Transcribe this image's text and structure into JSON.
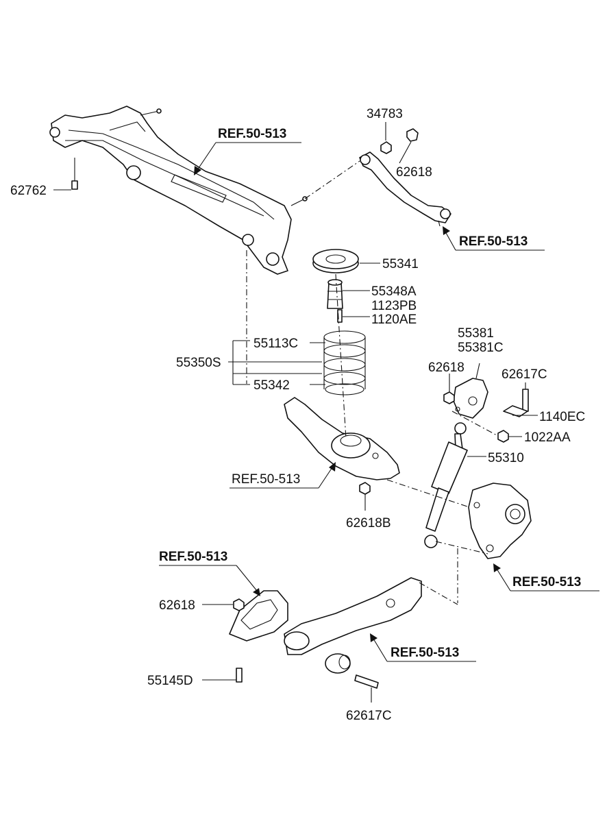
{
  "diagram": {
    "parts": {
      "p62762": "62762",
      "p34783": "34783",
      "p62618_top": "62618",
      "p55341": "55341",
      "p55348A": "55348A",
      "p1123PB": "1123PB",
      "p1120AE": "1120AE",
      "p55113C": "55113C",
      "p55350S": "55350S",
      "p55342": "55342",
      "p55381": "55381",
      "p55381C": "55381C",
      "p62618_mid": "62618",
      "p62617C_top": "62617C",
      "p1140EC": "1140EC",
      "p1022AA": "1022AA",
      "p55310": "55310",
      "p62618B": "62618B",
      "p62618_low": "62618",
      "p55145D": "55145D",
      "p62617C_low": "62617C"
    },
    "refs": {
      "crossmember": "REF.50-513",
      "upper_arm": "REF.50-513",
      "lower_arm": "REF.50-513",
      "knuckle": "REF.50-513",
      "bracket": "REF.50-513",
      "trailing_arm": "REF.50-513"
    }
  }
}
